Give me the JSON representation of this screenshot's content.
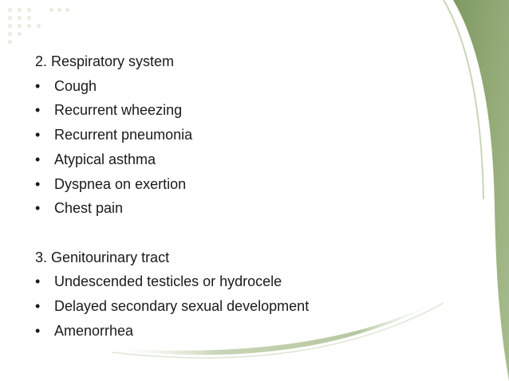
{
  "slide": {
    "accent_color": "#8fa872",
    "sections": [
      {
        "heading": "2. Respiratory system",
        "bullet_symbol": "•",
        "items": [
          "Cough",
          "Recurrent wheezing",
          "Recurrent pneumonia",
          "Atypical asthma",
          "Dyspnea on exertion",
          "Chest pain"
        ]
      },
      {
        "heading": "3. Genitourinary tract",
        "bullet_symbol": "•",
        "items": [
          "Undescended testicles or hydrocele",
          "Delayed secondary sexual development",
          "Amenorrhea"
        ]
      }
    ]
  }
}
